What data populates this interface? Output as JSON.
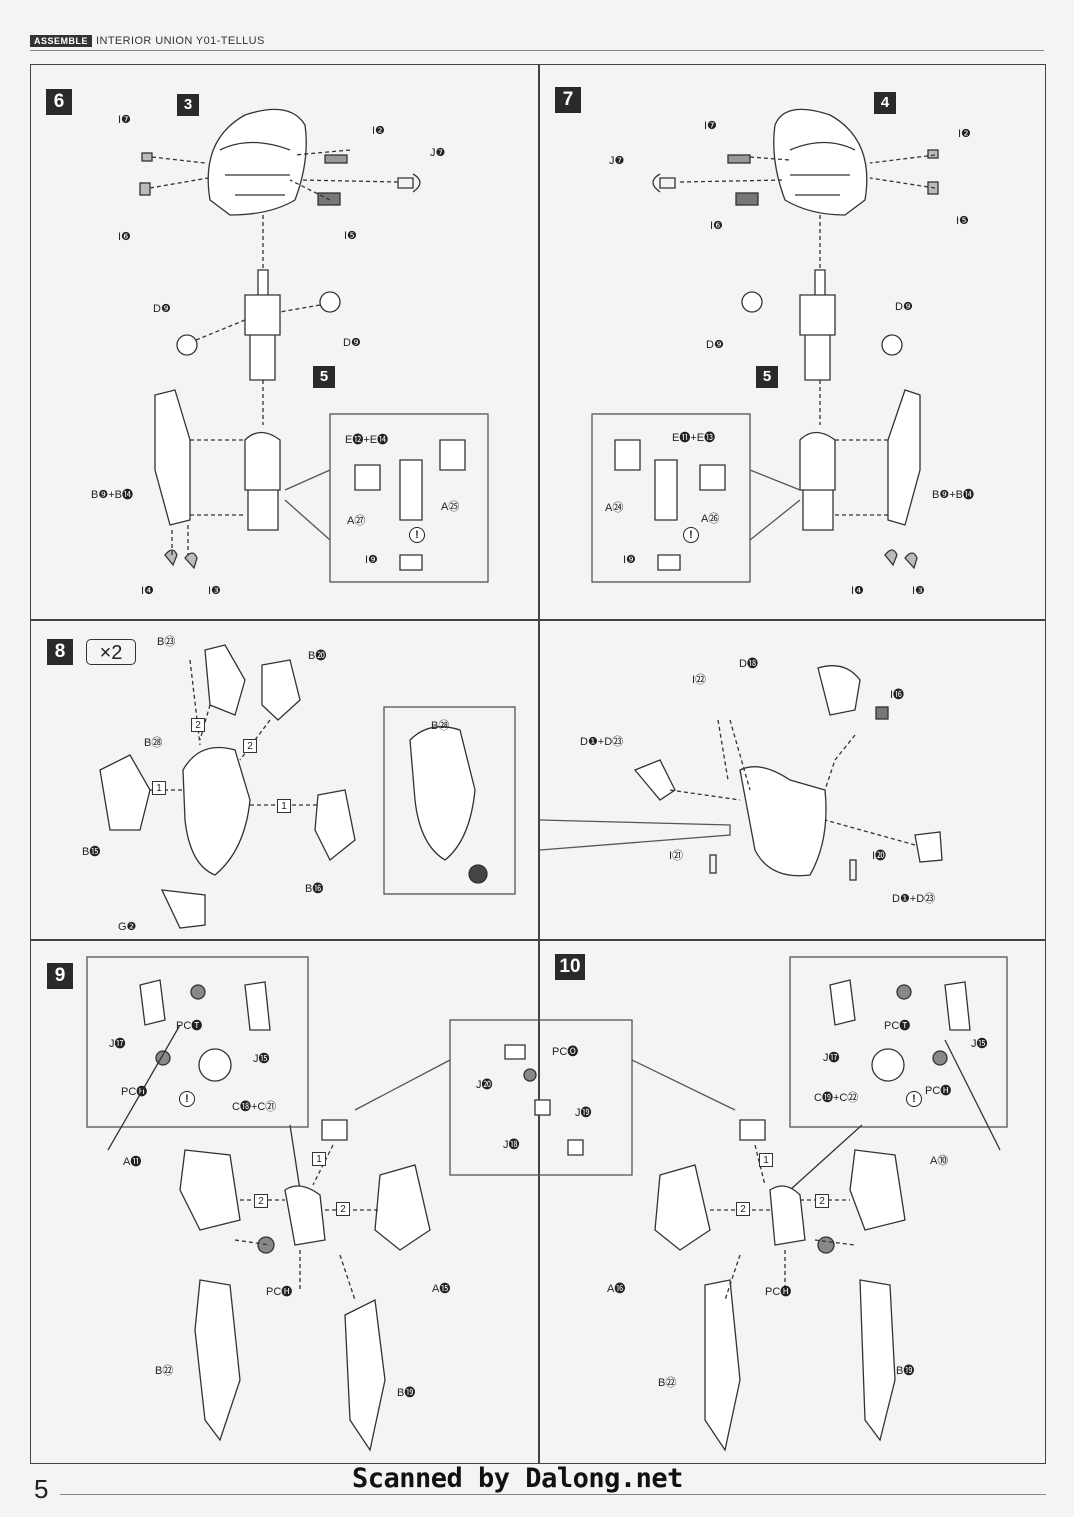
{
  "header": {
    "tag": "ASSEMBLE",
    "title": "INTERIOR UNION Y01-TELLUS"
  },
  "page_number": "5",
  "watermark": "Scanned by Dalong.net",
  "steps": {
    "s6": {
      "num": "6",
      "refs": [
        "3",
        "5"
      ],
      "labels": [
        "I❼",
        "I❷",
        "J❼",
        "I❻",
        "I❺",
        "D❾",
        "D❾",
        "B❾+B⓮",
        "E⓬+E⓮",
        "A㉗",
        "A㉕",
        "I❾",
        "I❹",
        "I❸"
      ]
    },
    "s7": {
      "num": "7",
      "refs": [
        "4",
        "5"
      ],
      "labels": [
        "I❼",
        "I❷",
        "J❼",
        "I❻",
        "I❺",
        "D❾",
        "D❾",
        "B❾+B⓮",
        "E⓫+E⓭",
        "A㉔",
        "A㉖",
        "I❾",
        "I❹",
        "I❸"
      ]
    },
    "s8": {
      "num": "8",
      "multiplier": "×2",
      "labels": [
        "B㉓",
        "B⓴",
        "B㉘",
        "B⓯",
        "B⓰",
        "G❷",
        "B㉘"
      ],
      "subnums": [
        "2",
        "2",
        "1",
        "1"
      ]
    },
    "s8b": {
      "labels": [
        "I㉒",
        "D⓲",
        "I⓰",
        "D❶+D㉓",
        "I㉑",
        "I⓴",
        "D❶+D㉓"
      ]
    },
    "s9": {
      "num": "9",
      "labels": [
        "J⓱",
        "PC🅣",
        "J⓯",
        "PC🅗",
        "C⓲+C㉑",
        "A⓫",
        "PC🅗",
        "A⓯",
        "B㉒",
        "B⓳"
      ],
      "subnums": [
        "1",
        "2",
        "2"
      ]
    },
    "s_mid": {
      "labels": [
        "PC🅞",
        "J⓴",
        "J⓳",
        "J⓲"
      ]
    },
    "s10": {
      "num": "10",
      "labels": [
        "J⓱",
        "PC🅣",
        "J⓯",
        "PC🅗",
        "C⓳+C㉒",
        "A⓾",
        "PC🅗",
        "A⓰",
        "B㉒",
        "B⓳"
      ],
      "subnums": [
        "1",
        "2",
        "2"
      ]
    }
  }
}
